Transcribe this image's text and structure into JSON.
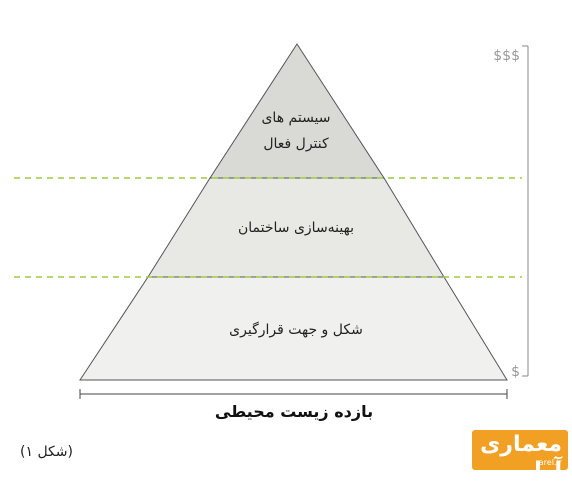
{
  "diagram": {
    "levels": [
      {
        "line1": "سیستم های",
        "line2": "کنترل فعال"
      },
      {
        "line1": "بهینه‌سازی ساختمان"
      },
      {
        "line1": "شکل و جهت قرارگیری"
      }
    ],
    "scale": {
      "top_label": "$$$",
      "bottom_label": "$"
    },
    "axis_label": "بازده زیست محیطی",
    "colors": {
      "top_fill": "#d9d9d6",
      "middle_fill": "#e8e8e5",
      "bottom_fill": "#f0f0ee",
      "outline": "#555555",
      "divider": "#9ccc3c"
    }
  },
  "caption": "(شکل ۱)",
  "logo": {
    "text": "معماری آرل",
    "site": "arel.ir"
  }
}
